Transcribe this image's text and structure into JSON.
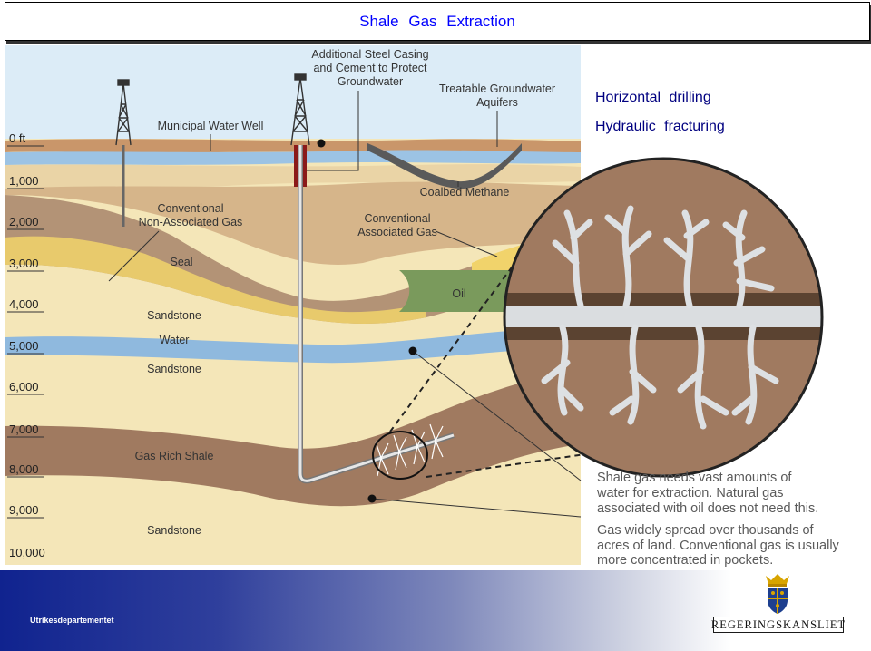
{
  "title": "Shale Gas Extraction",
  "bullets": [
    "Horizontal drilling",
    "Hydraulic fracturing"
  ],
  "depth_labels": [
    "0 ft",
    "1,000",
    "2,000",
    "3,000",
    "4,000",
    "5,000",
    "6,000",
    "7,000",
    "8,000",
    "9,000",
    "10,000"
  ],
  "labels": {
    "municipal_well": "Municipal Water Well",
    "casing_1": "Additional Steel Casing",
    "casing_2": "and Cement to Protect",
    "casing_3": "Groundwater",
    "aquifers_1": "Treatable Groundwater",
    "aquifers_2": "Aquifers",
    "coalbed": "Coalbed Methane",
    "conv_nonassoc_1": "Conventional",
    "conv_nonassoc_2": "Non-Associated Gas",
    "conv_assoc_1": "Conventional",
    "conv_assoc_2": "Associated Gas",
    "seal": "Seal",
    "oil": "Oil",
    "sandstone_1": "Sandstone",
    "water": "Water",
    "sandstone_2": "Sandstone",
    "gas_shale": "Gas Rich Shale",
    "sandstone_3": "Sandstone"
  },
  "notes": {
    "note1": [
      "Shale gas needs vast amounts of",
      "water for extraction. Natural gas",
      "associated with oil does not need this."
    ],
    "note2": [
      "Gas widely spread over thousands of",
      "acres of land. Conventional gas is usually",
      "more concentrated in pockets."
    ]
  },
  "footer": {
    "department": "Utrikesdepartementet",
    "government": "REGERINGSKANSLIET"
  },
  "colors": {
    "title": "#0000ff",
    "bullets": "#000080",
    "sky": "#dcecf7",
    "shale": "#a07a60",
    "water": "#8fb9de",
    "oil": "#7a9a5c"
  }
}
